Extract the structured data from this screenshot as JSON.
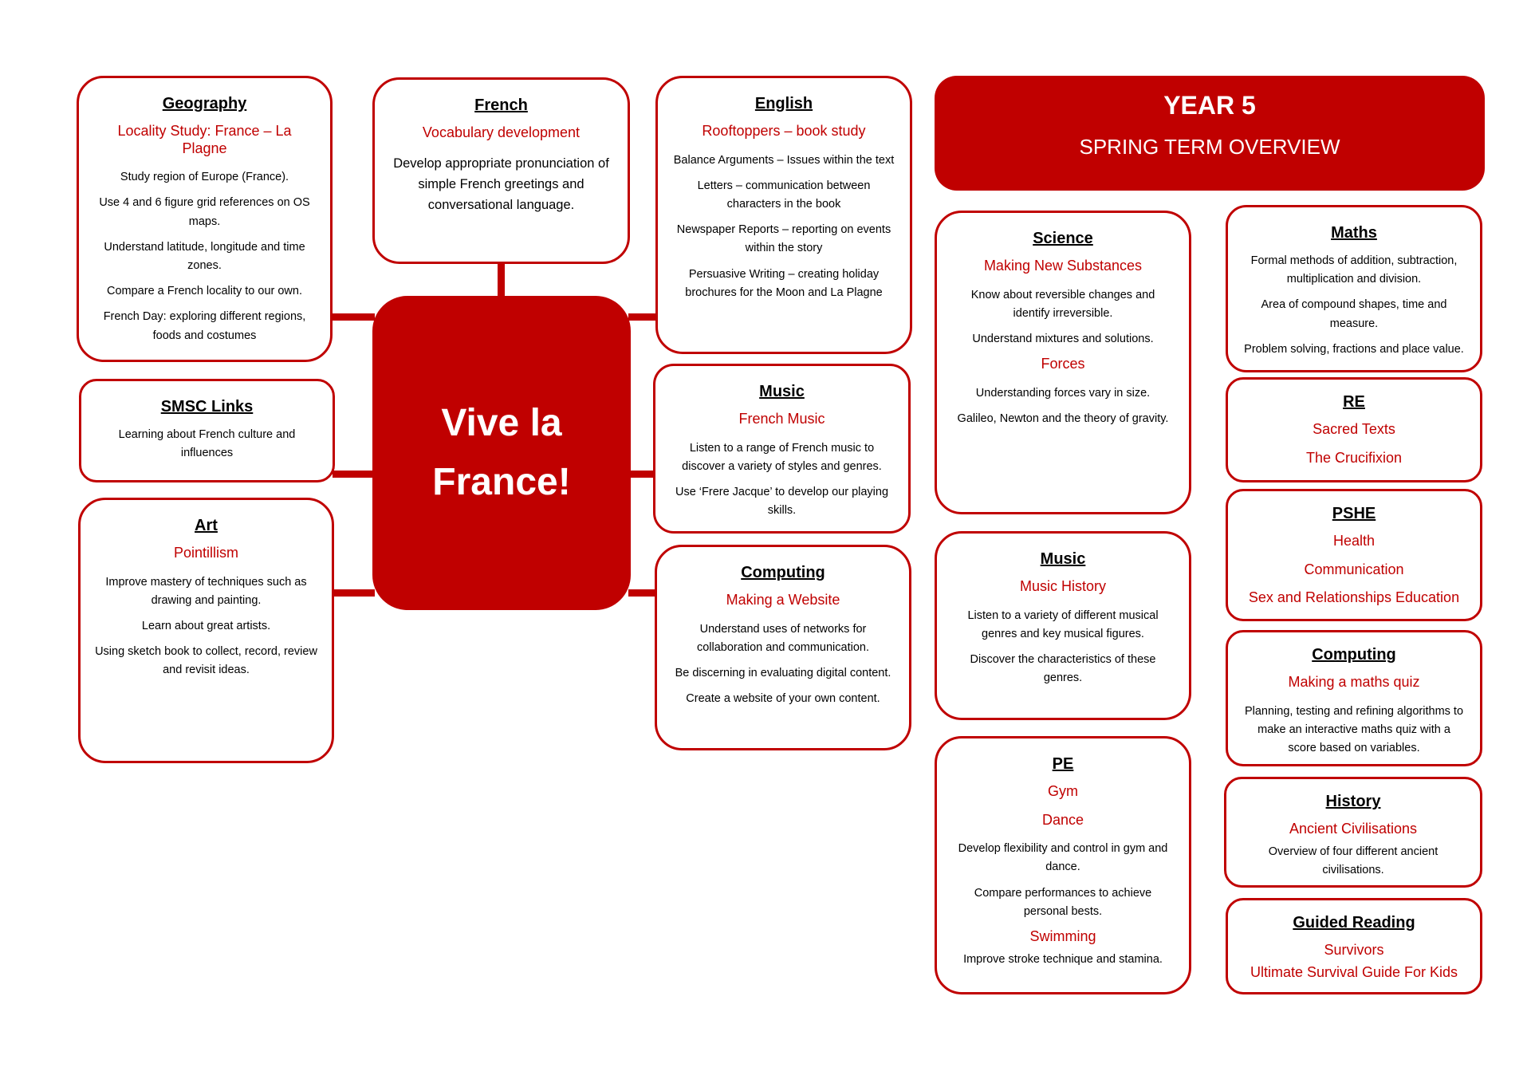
{
  "center": {
    "line1": "Vive la",
    "line2": "France!"
  },
  "banner": {
    "title": "YEAR 5",
    "subtitle": "SPRING TERM OVERVIEW"
  },
  "geography": {
    "title": "Geography",
    "topic": "Locality Study: France – La Plagne",
    "items": [
      "Study region of Europe (France).",
      "Use 4 and 6 figure grid references on OS maps.",
      "Understand latitude, longitude and time zones.",
      "Compare a French locality to our own.",
      "French Day: exploring different regions, foods and costumes"
    ]
  },
  "french": {
    "title": "French",
    "topic": "Vocabulary development",
    "items": [
      "Develop appropriate pronunciation of simple French greetings and conversational language."
    ]
  },
  "english": {
    "title": "English",
    "topic": "Rooftoppers – book study",
    "items": [
      "Balance Arguments – Issues within the text",
      "Letters – communication between characters in the book",
      "Newspaper Reports – reporting on events within the story",
      "Persuasive Writing – creating holiday brochures for the Moon and La Plagne"
    ]
  },
  "smsc": {
    "title": "SMSC Links",
    "items": [
      "Learning about French culture and influences"
    ]
  },
  "art": {
    "title": "Art",
    "topic": "Pointillism",
    "items": [
      "Improve mastery of techniques such as drawing and painting.",
      "Learn about great artists.",
      "Using sketch book to collect, record, review and revisit ideas."
    ]
  },
  "music_left": {
    "title": "Music",
    "topic": "French Music",
    "items": [
      "Listen to a range of French music to discover a variety of styles and genres.",
      "Use ‘Frere Jacque’ to develop our playing skills."
    ]
  },
  "computing_left": {
    "title": "Computing",
    "topic": "Making a Website",
    "items": [
      "Understand uses of networks for collaboration and communication.",
      "Be discerning in evaluating digital content.",
      "Create a website of your own content."
    ]
  },
  "science": {
    "title": "Science",
    "topic1": "Making New Substances",
    "items1": [
      "Know about reversible changes and identify irreversible.",
      "Understand mixtures and solutions."
    ],
    "topic2": "Forces",
    "items2": [
      "Understanding forces vary in size.",
      "Galileo, Newton and the theory of gravity."
    ]
  },
  "music_right": {
    "title": "Music",
    "topic": "Music History",
    "items": [
      "Listen to a variety of different musical genres and key musical figures.",
      "Discover the characteristics of these genres."
    ]
  },
  "pe": {
    "title": "PE",
    "topic1": "Gym",
    "topic2": "Dance",
    "items1": [
      "Develop flexibility and control in gym and dance.",
      "Compare performances to achieve personal bests."
    ],
    "topic3": "Swimming",
    "items2": [
      "Improve stroke technique and stamina."
    ]
  },
  "maths": {
    "title": "Maths",
    "items": [
      "Formal methods of addition, subtraction, multiplication and division.",
      "Area of compound shapes, time and measure.",
      "Problem solving, fractions and place value."
    ]
  },
  "re": {
    "title": "RE",
    "topics": [
      "Sacred Texts",
      "The Crucifixion"
    ]
  },
  "pshe": {
    "title": "PSHE",
    "topics": [
      "Health",
      "Communication",
      "Sex and Relationships Education"
    ]
  },
  "computing_right": {
    "title": "Computing",
    "topic": "Making a maths quiz",
    "items": [
      "Planning, testing and refining algorithms to make an interactive maths quiz with a score based on variables."
    ]
  },
  "history": {
    "title": "History",
    "topic": "Ancient Civilisations",
    "items": [
      "Overview of four different ancient civilisations."
    ]
  },
  "guided_reading": {
    "title": "Guided Reading",
    "topics": [
      "Survivors",
      "Ultimate Survival Guide For Kids"
    ]
  }
}
